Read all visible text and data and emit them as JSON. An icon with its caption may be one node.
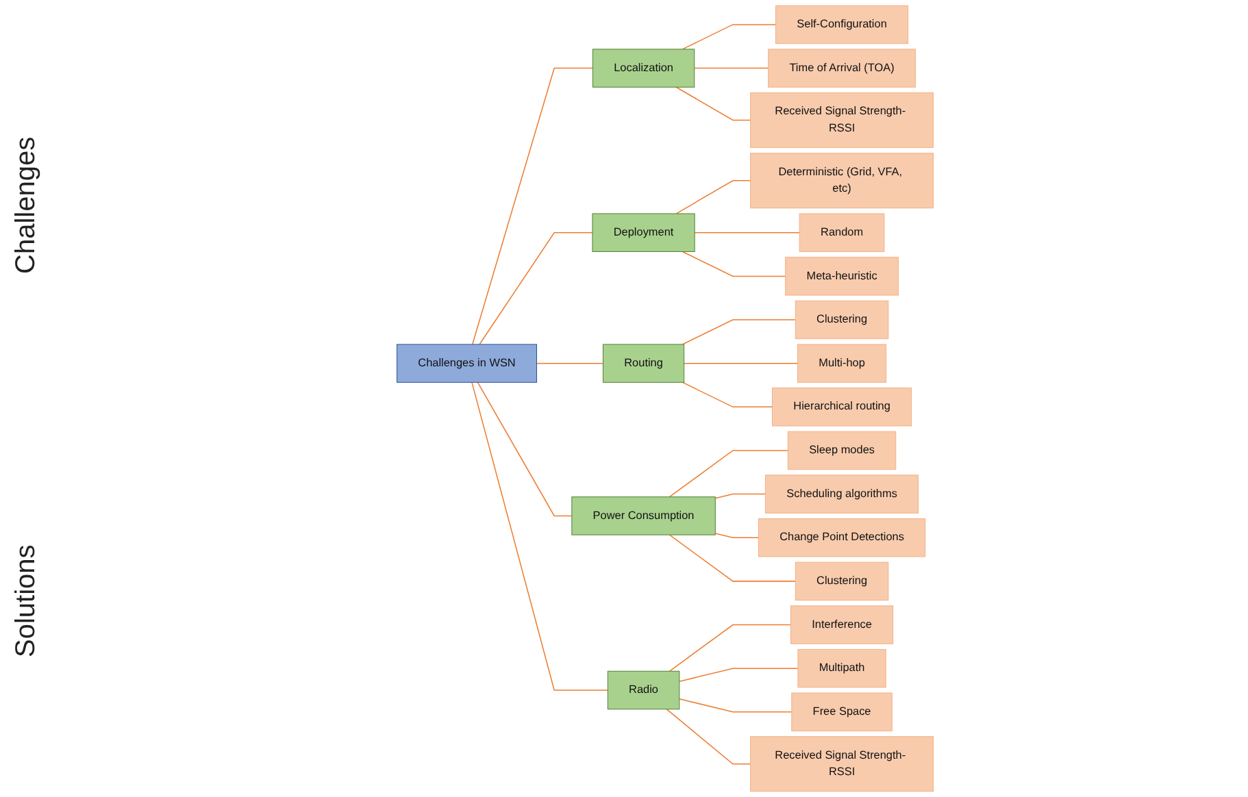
{
  "diagram": {
    "nodes": [
      {
        "text": [
          "Challenges in WSN"
        ]
      },
      {
        "text": [
          "Localization"
        ]
      },
      {
        "text": [
          "Deployment"
        ]
      },
      {
        "text": [
          "Routing"
        ]
      },
      {
        "text": [
          "Power Consumption"
        ]
      },
      {
        "text": [
          "Radio"
        ]
      },
      {
        "text": [
          "Self-Configuration"
        ]
      },
      {
        "text": [
          "Time of Arrival (TOA)"
        ]
      },
      {
        "text": [
          "Received Signal Strength- RSSI"
        ]
      },
      {
        "text": [
          "Deterministic (Grid, VFA, etc)"
        ]
      },
      {
        "text": [
          "Random"
        ]
      },
      {
        "text": [
          "Meta-heuristic"
        ]
      },
      {
        "text": [
          "Clustering"
        ]
      },
      {
        "text": [
          "Multi-hop"
        ]
      },
      {
        "text": [
          "Hierarchical routing"
        ]
      },
      {
        "text": [
          "Sleep modes"
        ]
      },
      {
        "text": [
          "Scheduling algorithms"
        ]
      },
      {
        "text": [
          "Change Point Detections"
        ]
      },
      {
        "text": [
          "Clustering"
        ]
      },
      {
        "text": [
          "Interference"
        ]
      },
      {
        "text": [
          "Multipath"
        ]
      },
      {
        "text": [
          "Free Space"
        ]
      },
      {
        "text": [
          "Received Signal Strength- RSSI"
        ]
      }
    ],
    "edges": [
      {
        "from": 0,
        "to": 1,
        "arrow": "none"
      },
      {
        "from": 0,
        "to": 2,
        "arrow": "none"
      },
      {
        "from": 0,
        "to": 3,
        "arrow": "none"
      },
      {
        "from": 0,
        "to": 4,
        "arrow": "none"
      },
      {
        "from": 0,
        "to": 5,
        "arrow": "none"
      },
      {
        "from": 1,
        "to": 6,
        "arrow": "none"
      },
      {
        "from": 1,
        "to": 7,
        "arrow": "none"
      },
      {
        "from": 1,
        "to": 8,
        "arrow": "none"
      },
      {
        "from": 2,
        "to": 9,
        "arrow": "none"
      },
      {
        "from": 2,
        "to": 10,
        "arrow": "none"
      },
      {
        "from": 2,
        "to": 11,
        "arrow": "none"
      },
      {
        "from": 3,
        "to": 12,
        "arrow": "none"
      },
      {
        "from": 3,
        "to": 13,
        "arrow": "none"
      },
      {
        "from": 3,
        "to": 14,
        "arrow": "none"
      },
      {
        "from": 4,
        "to": 15,
        "arrow": "none"
      },
      {
        "from": 4,
        "to": 16,
        "arrow": "none"
      },
      {
        "from": 4,
        "to": 17,
        "arrow": "none"
      },
      {
        "from": 4,
        "to": 18,
        "arrow": "none"
      },
      {
        "from": 5,
        "to": 19,
        "arrow": "none"
      },
      {
        "from": 5,
        "to": 20,
        "arrow": "none"
      },
      {
        "from": 5,
        "to": 21,
        "arrow": "none"
      },
      {
        "from": 5,
        "to": 22,
        "arrow": "none"
      }
    ],
    "labels": [
      "Challenges",
      "Solutions"
    ]
  }
}
